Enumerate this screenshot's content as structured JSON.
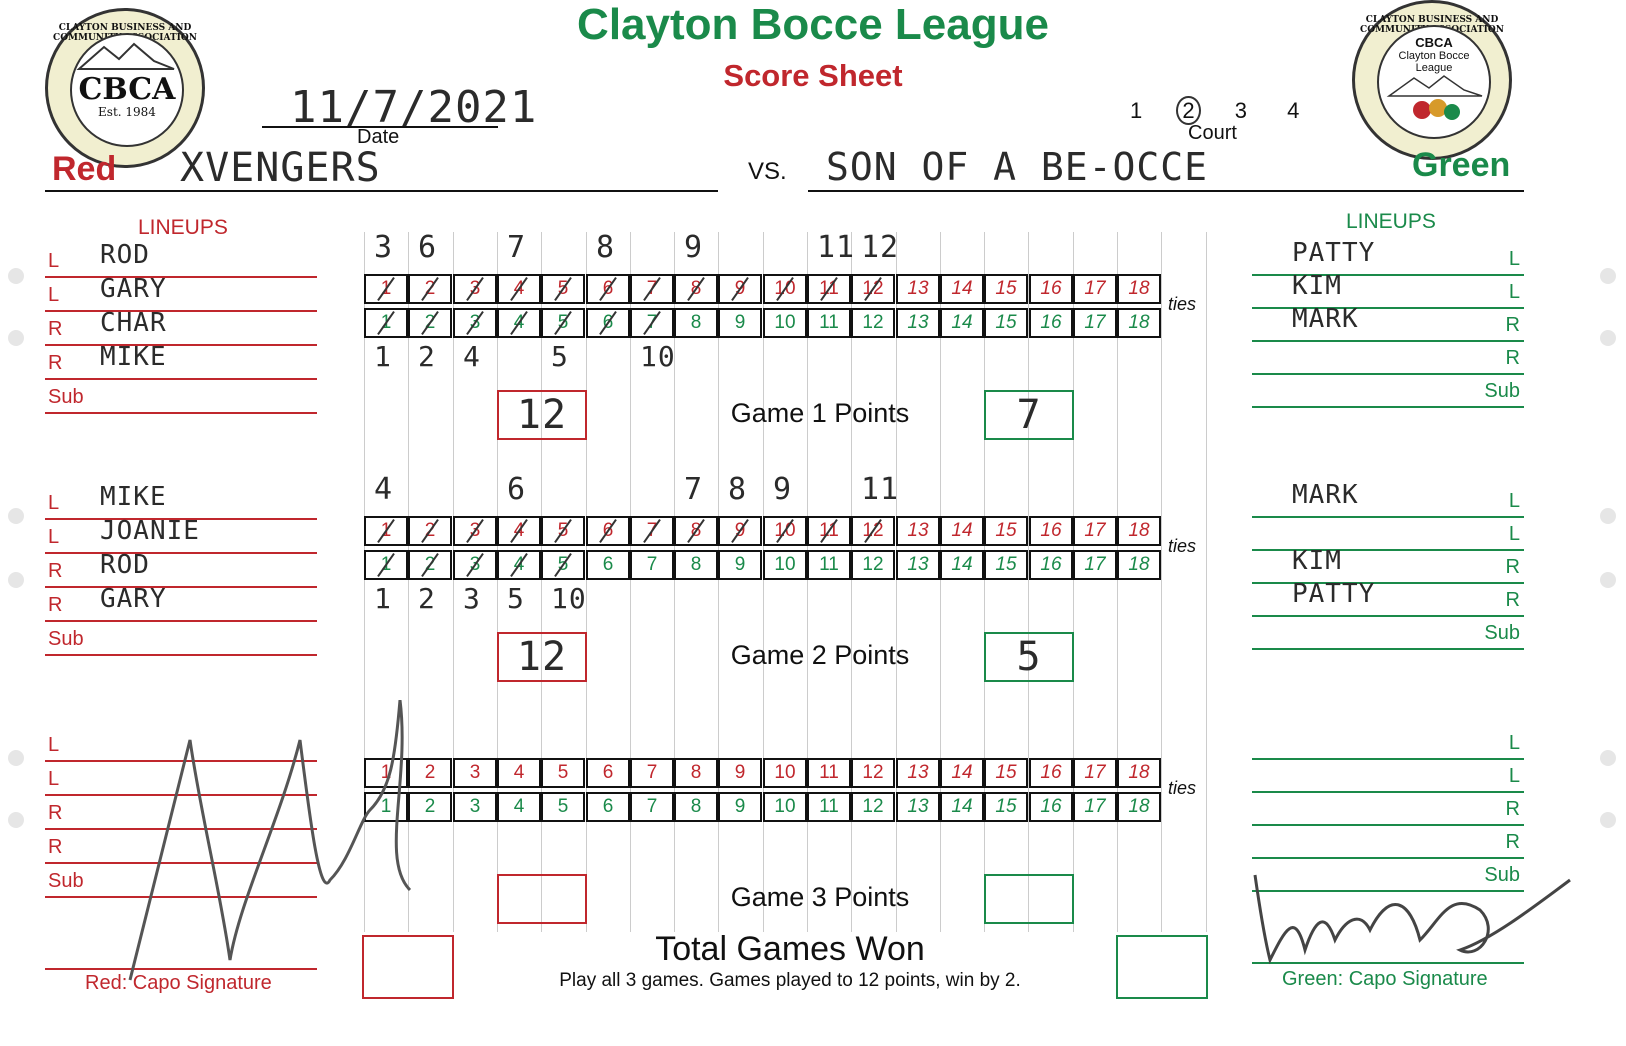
{
  "header": {
    "title": "Clayton Bocce League",
    "subtitle": "Score Sheet",
    "date_value": "11/7/2021",
    "date_label": "Date",
    "court_numbers": [
      "1",
      "2",
      "3",
      "4"
    ],
    "court_selected": "2",
    "court_label": "Court",
    "vs_label": "VS.",
    "red_label": "Red",
    "green_label": "Green",
    "red_team": "XVENGERS",
    "green_team": "SON OF A BE-OCCE"
  },
  "seal_left": {
    "ring_text": "CLAYTON BUSINESS AND COMMUNITY ASSOCIATION",
    "center": "CBCA",
    "est": "Est. 1984"
  },
  "seal_right": {
    "ring_text": "CLAYTON BUSINESS AND COMMUNITY ASSOCIATION",
    "line1": "CBCA",
    "line2": "Clayton Bocce",
    "line3": "League"
  },
  "labels": {
    "lineups": "LINEUPS",
    "sub": "Sub",
    "ties": "ties",
    "total": "Total Games Won",
    "rules": "Play all 3 games. Games played to 12 points, win by 2.",
    "red_sig": "Red: Capo Signature",
    "green_sig": "Green: Capo Signature"
  },
  "score_numbers": [
    "1",
    "2",
    "3",
    "4",
    "5",
    "6",
    "7",
    "8",
    "9",
    "10",
    "11",
    "12",
    "13",
    "14",
    "15",
    "16",
    "17",
    "18"
  ],
  "games": [
    {
      "points_label": "Game 1 Points",
      "red_points": "12",
      "green_points": "7",
      "red_lineup": [
        {
          "pos": "L",
          "name": "ROD"
        },
        {
          "pos": "L",
          "name": "GARY"
        },
        {
          "pos": "R",
          "name": "CHAR"
        },
        {
          "pos": "R",
          "name": "MIKE"
        },
        {
          "pos": "Sub",
          "name": ""
        }
      ],
      "green_lineup": [
        {
          "pos": "L",
          "name": "PATTY"
        },
        {
          "pos": "L",
          "name": "KIM"
        },
        {
          "pos": "R",
          "name": "MARK"
        },
        {
          "pos": "R",
          "name": ""
        },
        {
          "pos": "Sub",
          "name": ""
        }
      ],
      "red_marks_above": [
        "3",
        "6",
        "",
        "7",
        "",
        "8",
        "",
        "9",
        "",
        "",
        "11",
        "12"
      ],
      "green_marks_below": [
        "1",
        "2",
        "4",
        "",
        "5",
        "",
        "10",
        "",
        "",
        "",
        "",
        ""
      ],
      "red_crossed": 12,
      "green_crossed": 7
    },
    {
      "points_label": "Game 2 Points",
      "red_points": "12",
      "green_points": "5",
      "red_lineup": [
        {
          "pos": "L",
          "name": "MIKE"
        },
        {
          "pos": "L",
          "name": "JOANIE"
        },
        {
          "pos": "R",
          "name": "ROD"
        },
        {
          "pos": "R",
          "name": "GARY"
        },
        {
          "pos": "Sub",
          "name": ""
        }
      ],
      "green_lineup": [
        {
          "pos": "L",
          "name": "MARK"
        },
        {
          "pos": "L",
          "name": ""
        },
        {
          "pos": "R",
          "name": "KIM"
        },
        {
          "pos": "R",
          "name": "PATTY"
        },
        {
          "pos": "Sub",
          "name": ""
        }
      ],
      "red_marks_above": [
        "4",
        "",
        "",
        "6",
        "",
        "",
        "",
        "7",
        "8",
        "9",
        "",
        "11"
      ],
      "green_marks_below": [
        "1",
        "2",
        "3",
        "5",
        "10",
        "",
        "",
        "",
        "",
        "",
        "",
        ""
      ],
      "red_crossed": 12,
      "green_crossed": 5
    },
    {
      "points_label": "Game 3 Points",
      "red_points": "",
      "green_points": "",
      "red_lineup": [
        {
          "pos": "L",
          "name": ""
        },
        {
          "pos": "L",
          "name": ""
        },
        {
          "pos": "R",
          "name": ""
        },
        {
          "pos": "R",
          "name": ""
        },
        {
          "pos": "Sub",
          "name": ""
        }
      ],
      "green_lineup": [
        {
          "pos": "L",
          "name": ""
        },
        {
          "pos": "L",
          "name": ""
        },
        {
          "pos": "R",
          "name": ""
        },
        {
          "pos": "R",
          "name": ""
        },
        {
          "pos": "Sub",
          "name": ""
        }
      ],
      "red_marks_above": [
        "",
        "",
        "",
        "",
        "",
        "",
        "",
        "",
        "",
        "",
        "",
        ""
      ],
      "green_marks_below": [
        "",
        "",
        "",
        "",
        "",
        "",
        "",
        "",
        "",
        "",
        "",
        ""
      ],
      "red_crossed": 0,
      "green_crossed": 0
    }
  ],
  "totals": {
    "red": "",
    "green": ""
  },
  "colors": {
    "red": "#c0272d",
    "green": "#1a8a4a",
    "ink": "#2b2b2b"
  }
}
